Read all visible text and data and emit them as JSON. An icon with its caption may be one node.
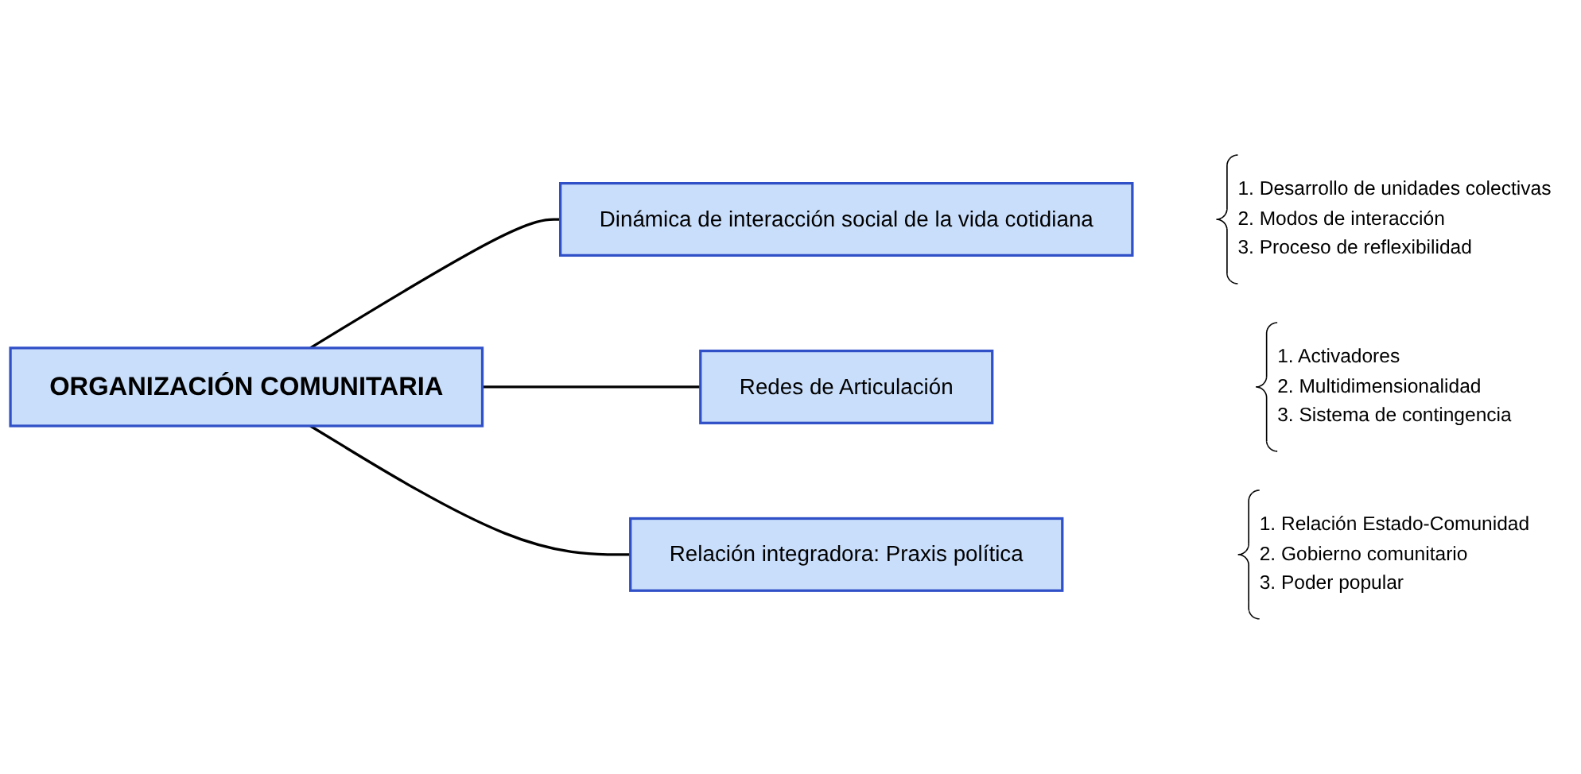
{
  "diagram": {
    "nodes": [
      {
        "text": [
          "ORGANIZACIÓN COMUNITARIA"
        ]
      },
      {
        "text": [
          "Dinámica de interacción social de la vida cotidiana"
        ],
        "beside": [
          "1. Desarrollo de unidades colectivas",
          "2. Modos de interacción",
          "3. Proceso de reflexibilidad"
        ]
      },
      {
        "text": [
          "Redes de Articulación"
        ],
        "beside": [
          "1. Activadores",
          "2. Multidimensionalidad",
          "3. Sistema de contingencia"
        ]
      },
      {
        "text": [
          "Relación integradora: Praxis política"
        ],
        "beside": [
          "1. Relación Estado-Comunidad",
          "2. Gobierno comunitario",
          "3. Poder popular"
        ]
      }
    ],
    "edges": [
      {
        "from": 0,
        "to": 1,
        "arrow": "none"
      },
      {
        "from": 0,
        "to": 2,
        "arrow": "none"
      },
      {
        "from": 0,
        "to": 3,
        "arrow": "none"
      }
    ]
  }
}
